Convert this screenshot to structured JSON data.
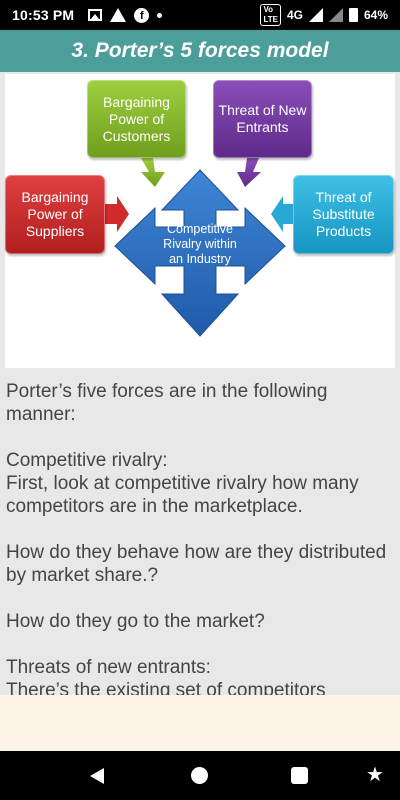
{
  "status_bar": {
    "time": "10:53 PM",
    "volte": "VoLTE",
    "network": "4G",
    "battery": "64%",
    "left_icons": [
      "image-icon",
      "warning-icon",
      "facebook-icon",
      "dot-icon"
    ],
    "right_icons": [
      "volte-icon",
      "signal-icon",
      "signal-empty-icon",
      "battery-icon"
    ]
  },
  "header": {
    "title": "3. Porter’s 5 forces model"
  },
  "diagram": {
    "boxes": {
      "customers": "Bargaining Power of Customers",
      "entrants": "Threat of New Entrants",
      "suppliers": "Bargaining Power of Suppliers",
      "substitutes": "Threat of Substitute Products"
    },
    "center": "Competitive Rivalry within an Industry",
    "colors": {
      "customers": "#8cbf33",
      "entrants": "#733ba3",
      "suppliers": "#c92a2a",
      "substitutes": "#27a9d6",
      "center": "#2f72c2"
    }
  },
  "article": {
    "paragraphs": [
      "Porter’s five forces are in the following manner:",
      "Competitive rivalry:\nFirst, look at competitive rivalry how many competitors are in the marketplace.",
      "How do they behave how are they distributed by market share.?",
      "How do they go to the market?",
      "Threats of new entrants:\nThere’s the existing set of competitors"
    ]
  },
  "nav_bar": {
    "icons": [
      "back-icon",
      "home-icon",
      "recents-icon",
      "accessibility-icon"
    ]
  },
  "colors": {
    "header_bg": "#4c9e9b",
    "page_bg": "#e8e8e8",
    "ad_bg": "#fbf4e7"
  }
}
